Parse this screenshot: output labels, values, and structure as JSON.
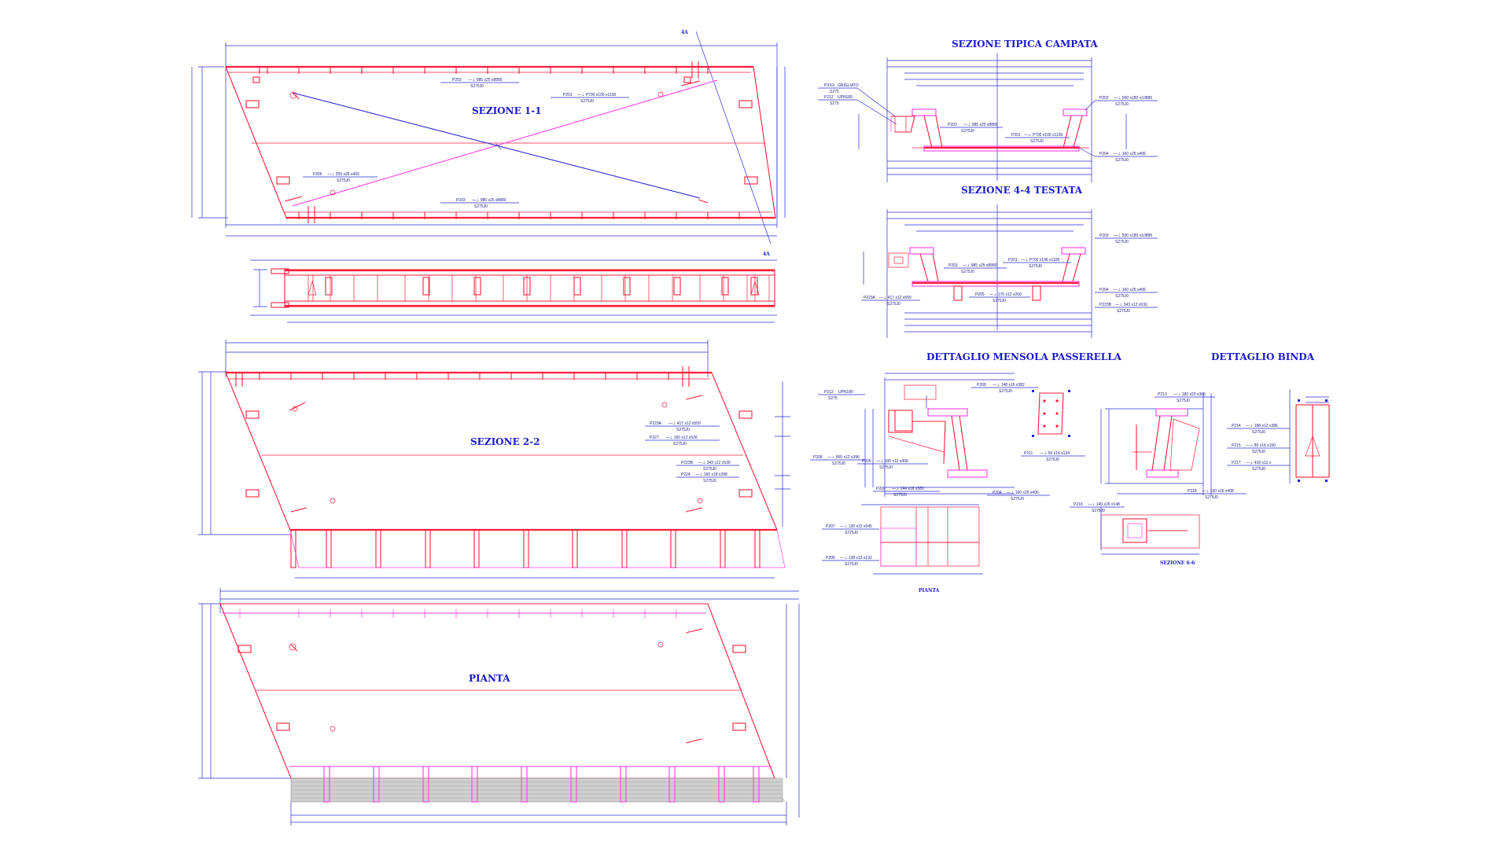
{
  "sheet": {
    "views": {
      "sezione_1_1": {
        "title": "SEZIONE 1-1",
        "section_mark": "4A"
      },
      "elevation_strip": {
        "title": ""
      },
      "sezione_2_2": {
        "title": "SEZIONE 2-2"
      },
      "pianta": {
        "title": "PIANTA"
      },
      "sezione_tipica_campata": {
        "title": "SEZIONE TIPICA CAMPATA"
      },
      "sezione_4_4_testata": {
        "title": "SEZIONE 4-4 TESTATA"
      },
      "dettaglio_mensola": {
        "title": "DETTAGLIO MENSOLA PASSERELLA",
        "sub_label": "PIANTA"
      },
      "dettaglio_binda": {
        "title": "DETTAGLIO BINDA",
        "sub_label": "SEZIONE 6-6"
      }
    },
    "callouts": {
      "s11": [
        {
          "tag": "P203",
          "spec": "—⊥ 985 x25 x8880",
          "grade": "S275J0"
        },
        {
          "tag": "P201",
          "spec": "—⊥ P700 x106 x1106",
          "grade": "S275J0"
        },
        {
          "tag": "P206",
          "spec": "—⊥ 250 x25 x400",
          "grade": "S275J0"
        },
        {
          "tag": "P203",
          "spec": "—⊥ 985 x25 x8880",
          "grade": "S275J0"
        }
      ],
      "s22": [
        {
          "tag": "P223A",
          "spec": "—⊥ 417 x12 x550",
          "grade": "S275J0"
        },
        {
          "tag": "P227",
          "spec": "—⊥ 160 x12 x526",
          "grade": "S275J0"
        },
        {
          "tag": "P223B",
          "spec": "—⊥ 343 x12 x530",
          "grade": "S275J0"
        },
        {
          "tag": "P224",
          "spec": "—⊥ 160 x18 x398",
          "grade": "S275J0"
        }
      ],
      "campata": [
        {
          "tag": "PXXX",
          "spec": "GRIGLIATO",
          "grade": "S275"
        },
        {
          "tag": "P212",
          "spec": "UPN180",
          "grade": "S275"
        },
        {
          "tag": "P203",
          "spec": "—⊥ 985 x25 x8880",
          "grade": "S275J0"
        },
        {
          "tag": "P201",
          "spec": "—⊥ P700 x106 x1106",
          "grade": "S275J0"
        },
        {
          "tag": "P202",
          "spec": "—⊥ 500 x180 x10886",
          "grade": "S275J0"
        },
        {
          "tag": "P204",
          "spec": "—⊥ 160 x26 x406",
          "grade": "S275J0"
        }
      ],
      "testata": [
        {
          "tag": "P202",
          "spec": "—⊥ 500 x180 x10886",
          "grade": "S275J0"
        },
        {
          "tag": "P203",
          "spec": "—⊥ 985 x25 x8880",
          "grade": "S275J0"
        },
        {
          "tag": "P201",
          "spec": "—⊥ P700 x106 x1106",
          "grade": "S275J0"
        },
        {
          "tag": "P205",
          "spec": "—⊥ 176 x12 x260",
          "grade": "S275J0"
        },
        {
          "tag": "P204",
          "spec": "—⊥ 160 x26 x406",
          "grade": "S275J0"
        },
        {
          "tag": "P223A",
          "spec": "—⊥ 417 x12 x550",
          "grade": "S275J0"
        },
        {
          "tag": "P223B",
          "spec": "—⊥ 343 x12 x530",
          "grade": "S275J0"
        }
      ],
      "mensola": [
        {
          "tag": "P212",
          "spec": "UPN180",
          "grade": "S275"
        },
        {
          "tag": "P209",
          "spec": "—⊥ 148 x16 x382",
          "grade": "S275J0"
        },
        {
          "tag": "P208",
          "spec": "—⊥ 565 x12 x396",
          "grade": "S275J0"
        },
        {
          "tag": "P211",
          "spec": "—⊥ 50 x16 x134",
          "grade": "S275J0"
        },
        {
          "tag": "P205",
          "spec": "—⊥ 100 x12 x408",
          "grade": "S275J0"
        },
        {
          "tag": "P209",
          "spec": "—⊥ 144 x16 x380",
          "grade": "S275J0"
        },
        {
          "tag": "P204",
          "spec": "—⊥ 160 x26 x406",
          "grade": "S275J0"
        },
        {
          "tag": "P207",
          "spec": "—⊥ 130 x12 x545",
          "grade": "S275J0"
        },
        {
          "tag": "P206",
          "spec": "—⊥ 138 x12 x132",
          "grade": "S275J0"
        }
      ],
      "binda": [
        {
          "tag": "P213",
          "spec": "—⊥ 180 x20 x365",
          "grade": "S275J0"
        },
        {
          "tag": "P214",
          "spec": "—⊥ 188 x12 x386",
          "grade": "S275J0"
        },
        {
          "tag": "P215",
          "spec": "—⊥ 80 x16 x150",
          "grade": "S275J0"
        },
        {
          "tag": "P217",
          "spec": "—⊥ 418 x12 x",
          "grade": "S275J0"
        },
        {
          "tag": "P218",
          "spec": "—⊥ 160 x16 x408",
          "grade": "S275J0"
        },
        {
          "tag": "P216",
          "spec": "—⊥ 140 x26 x148",
          "grade": "S275J0"
        }
      ]
    },
    "colors": {
      "structure": "#ff1e3c",
      "dimension": "#2a2ad6",
      "bracing": "#ff3ce6",
      "background": "#ffffff"
    }
  }
}
